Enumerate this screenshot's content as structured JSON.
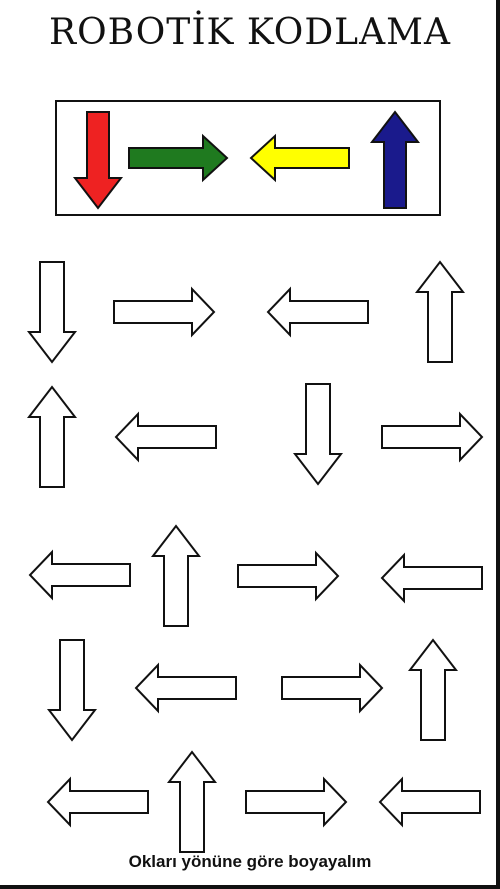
{
  "title": "ROBOTİK KODLAMA",
  "caption": "Okları yönüne göre boyayalım",
  "legend": [
    {
      "direction": "down",
      "color": "#ee2222"
    },
    {
      "direction": "right",
      "color": "#1f7a1f"
    },
    {
      "direction": "left",
      "color": "#ffff00"
    },
    {
      "direction": "up",
      "color": "#1a1a8c"
    }
  ],
  "grid": [
    [
      "down",
      "right",
      "left",
      "up"
    ],
    [
      "up",
      "left",
      "down",
      "right"
    ],
    [
      "left",
      "up",
      "right",
      "left"
    ],
    [
      "down",
      "left",
      "right",
      "up"
    ],
    [
      "left",
      "up",
      "right",
      "left"
    ]
  ]
}
